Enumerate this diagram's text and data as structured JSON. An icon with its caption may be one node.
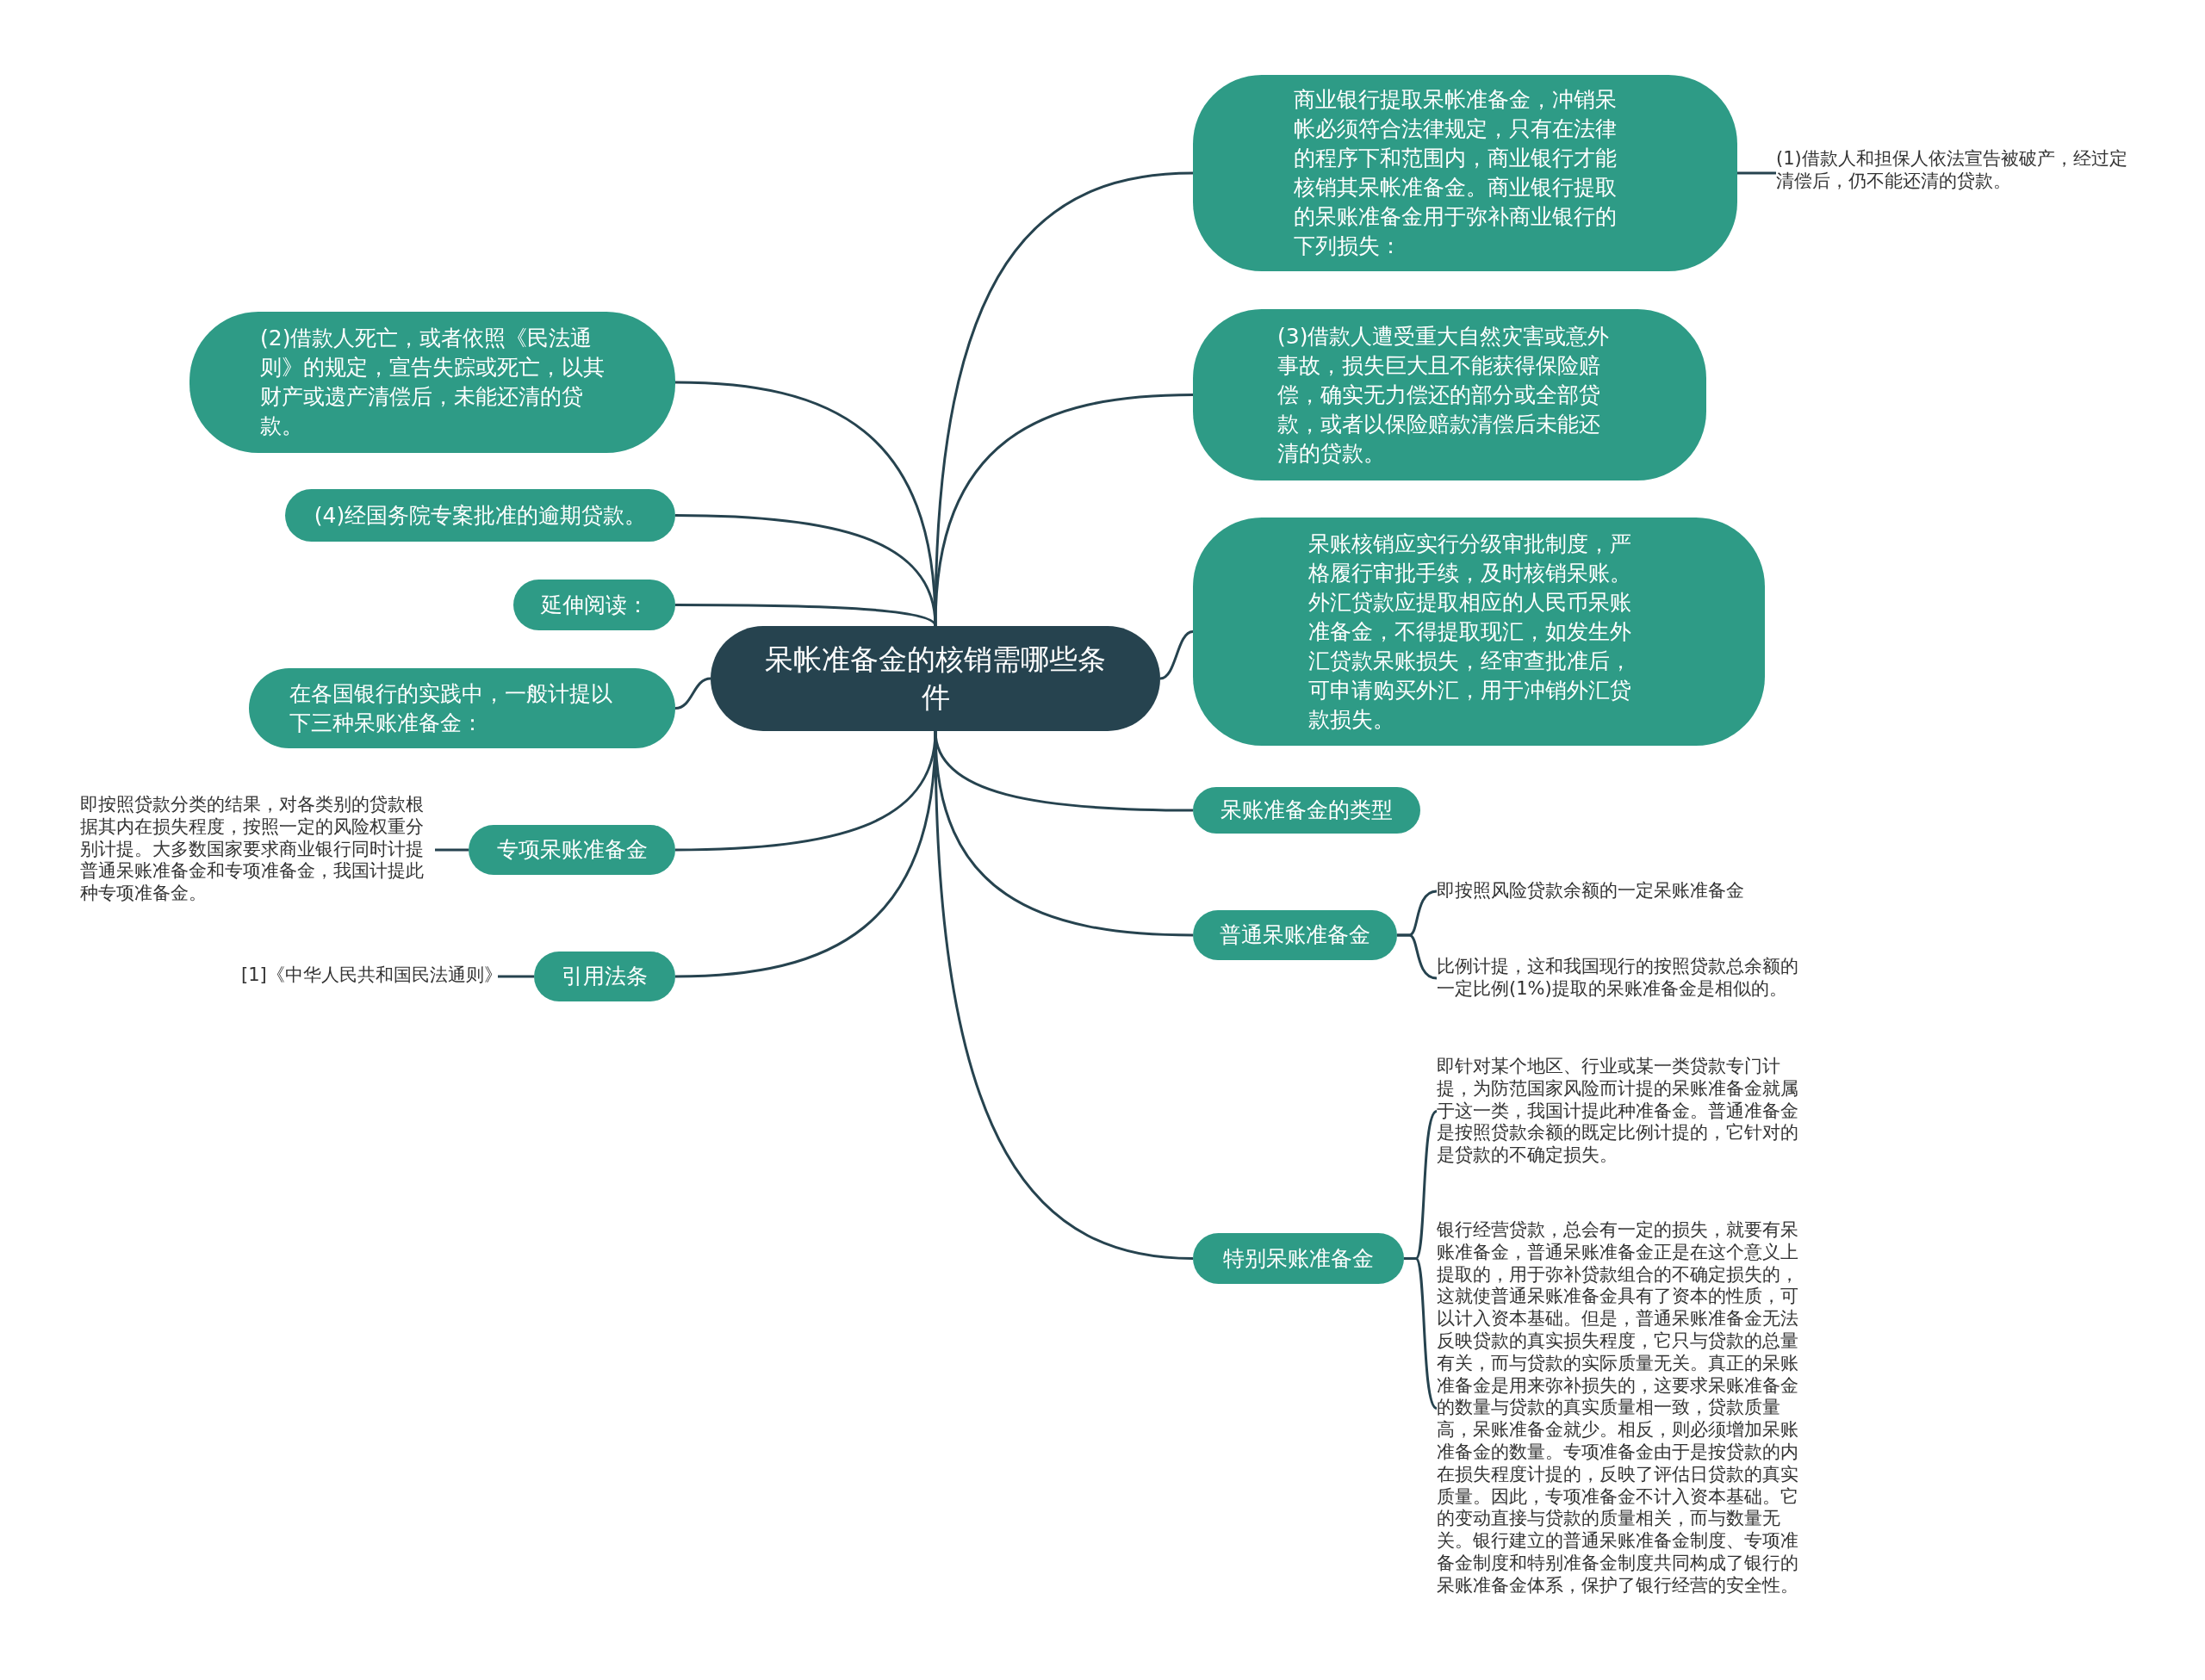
{
  "diagram": {
    "nodes": [
      {
        "text": [
          "呆帐准备金的核销需哪些条件"
        ]
      },
      {
        "text": [
          "商业银行提取呆帐准备金，冲销呆帐必须符合法律规定，只有在法律的程序下和范围内，商业银行才能核销其呆帐准备金。商业银行提取的呆账准备金用于弥补商业银行的下列损失："
        ]
      },
      {
        "text": [
          "(1)借款人和担保人依法宣告被破产，经过定清偿后，仍不能还清的贷款。"
        ]
      },
      {
        "text": [
          "(2)借款人死亡，或者依照《民法通则》的规定，宣告失踪或死亡，以其财产或遗产清偿后，未能还清的贷款。"
        ]
      },
      {
        "text": [
          "(3)借款人遭受重大自然灾害或意外事故，损失巨大且不能获得保险赔偿，确实无力偿还的部分或全部贷款，或者以保险赔款清偿后未能还清的贷款。"
        ]
      },
      {
        "text": [
          "(4)经国务院专案批准的逾期贷款。"
        ]
      },
      {
        "text": [
          "延伸阅读："
        ]
      },
      {
        "text": [
          "呆账核销应实行分级审批制度，严格履行审批手续，及时核销呆账。外汇贷款应提取相应的人民币呆账准备金，不得提取现汇，如发生外汇贷款呆账损失，经审查批准后，可申请购买外汇，用于冲销外汇贷款损失。"
        ]
      },
      {
        "text": [
          "在各国银行的实践中，一般计提以下三种呆账准备金："
        ]
      },
      {
        "text": [
          "呆账准备金的类型"
        ]
      },
      {
        "text": [
          "专项呆账准备金"
        ]
      },
      {
        "text": [
          "即按照贷款分类的结果，对各类别的贷款根据其内在损失程度，按照一定的风险权重分别计提。大多数国家要求商业银行同时计提普通呆账准备金和专项准备金，我国计提此种专项准备金。"
        ]
      },
      {
        "text": [
          "普通呆账准备金"
        ]
      },
      {
        "text": [
          "即按照风险贷款余额的一定呆账准备金"
        ]
      },
      {
        "text": [
          "比例计提，这和我国现行的按照贷款总余额的一定比例(1%)提取的呆账准备金是相似的。"
        ]
      },
      {
        "text": [
          "引用法条"
        ]
      },
      {
        "text": [
          "[1]《中华人民共和国民法通则》"
        ]
      },
      {
        "text": [
          "特别呆账准备金"
        ]
      },
      {
        "text": [
          "即针对某个地区、行业或某一类贷款专门计提，为防范国家风险而计提的呆账准备金就属于这一类，我国计提此种准备金。普通准备金是按照贷款余额的既定比例计提的，它针对的是贷款的不确定损失。"
        ]
      },
      {
        "text": [
          "银行经营贷款，总会有一定的损失，就要有呆账准备金，普通呆账准备金正是在这个意义上提取的，用于弥补贷款组合的不确定损失的，这就使普通呆账准备金具有了资本的性质，可以计入资本基础。但是，普通呆账准备金无法反映贷款的真实损失程度，它只与贷款的总量有关，而与贷款的实际质量无关。真正的呆账准备金是用来弥补损失的，这要求呆账准备金的数量与贷款的真实质量相一致，贷款质量高，呆账准备金就少。相反，则必须增加呆账准备金的数量。专项准备金由于是按贷款的内在损失程度计提的，反映了评估日贷款的真实质量。因此，专项准备金不计入资本基础。它的变动直接与贷款的质量相关，而与数量无关。银行建立的普通呆账准备金制度、专项准备金制度和特别准备金制度共同构成了银行的呆账准备金体系，保护了银行经营的安全性。"
        ]
      }
    ],
    "edges": [
      {
        "from": 0,
        "to": 1,
        "arrow": "none"
      },
      {
        "from": 1,
        "to": 2,
        "arrow": "none"
      },
      {
        "from": 0,
        "to": 3,
        "arrow": "none"
      },
      {
        "from": 0,
        "to": 4,
        "arrow": "none"
      },
      {
        "from": 0,
        "to": 5,
        "arrow": "none"
      },
      {
        "from": 0,
        "to": 6,
        "arrow": "none"
      },
      {
        "from": 0,
        "to": 7,
        "arrow": "none"
      },
      {
        "from": 0,
        "to": 8,
        "arrow": "none"
      },
      {
        "from": 0,
        "to": 9,
        "arrow": "none"
      },
      {
        "from": 0,
        "to": 10,
        "arrow": "none"
      },
      {
        "from": 10,
        "to": 11,
        "arrow": "none"
      },
      {
        "from": 0,
        "to": 12,
        "arrow": "none"
      },
      {
        "from": 12,
        "to": 13,
        "arrow": "none"
      },
      {
        "from": 12,
        "to": 14,
        "arrow": "none"
      },
      {
        "from": 0,
        "to": 15,
        "arrow": "none"
      },
      {
        "from": 15,
        "to": 16,
        "arrow": "none"
      },
      {
        "from": 0,
        "to": 17,
        "arrow": "none"
      },
      {
        "from": 17,
        "to": 18,
        "arrow": "none"
      },
      {
        "from": 17,
        "to": 19,
        "arrow": "none"
      }
    ]
  }
}
